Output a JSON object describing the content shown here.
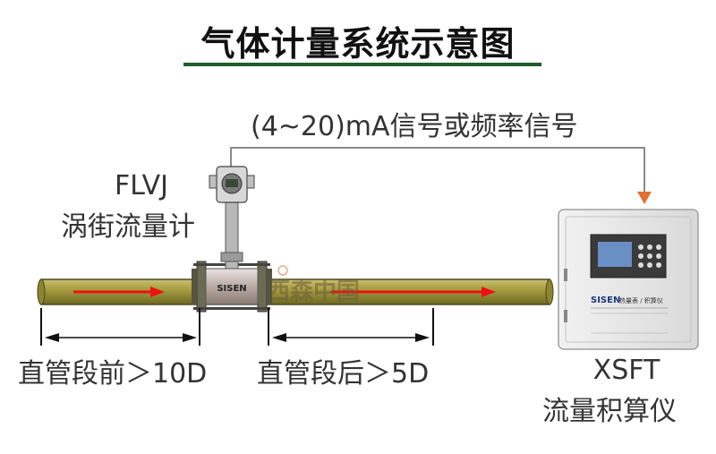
{
  "title": "气体计量系统示意图",
  "signal_label": "(4~20)mA信号或频率信号",
  "meter": {
    "model": "FLVJ",
    "name": "涡街流量计",
    "brand_text": "SISEN"
  },
  "straight_pipe": {
    "before_label": "直管段前＞10D",
    "after_label": "直管段后＞5D"
  },
  "totalizer": {
    "model": "XSFT",
    "name": "流量积算仪",
    "brand_text": "SISEN",
    "panel_text": "热量表 / 积算仪"
  },
  "watermark": {
    "text": "西森中国"
  },
  "colors": {
    "title_underline": "#1f5b2c",
    "pipe": "#a39a3a",
    "flow_arrow": "#ee1111",
    "signal_arrow": "#e07030",
    "signal_line": "#8a8a8a"
  }
}
